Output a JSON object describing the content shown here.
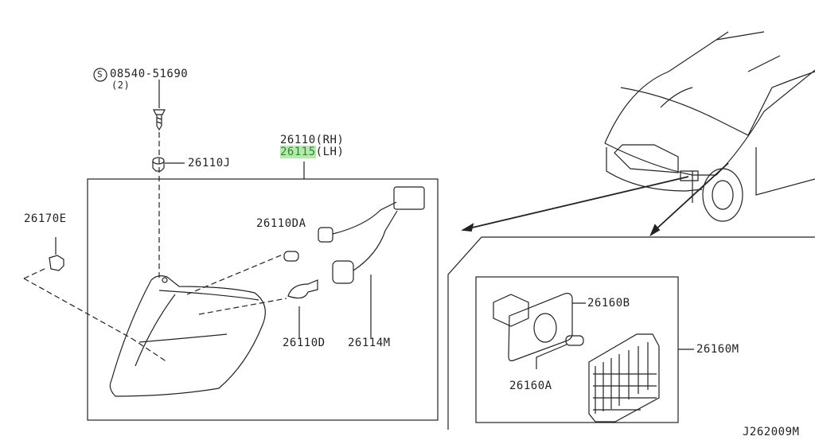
{
  "diagram": {
    "code": "J262009M",
    "highlight_color": "#b6e8b0",
    "highlight_text_color": "#2d8a2d",
    "labels": {
      "screw": {
        "symbol": "S",
        "part": "08540-51690",
        "qty": "(2)"
      },
      "clip": "26110J",
      "lamp_rh": "26110(RH)",
      "lamp_lh_part": "26115",
      "lamp_lh_side": "(LH)",
      "clip_e": "26170E",
      "bulb_da": "26110DA",
      "bulb_d": "26110D",
      "harness": "26114M",
      "side_socket": "26160B",
      "side_lamp": "26160M",
      "side_bulb": "26160A"
    }
  }
}
